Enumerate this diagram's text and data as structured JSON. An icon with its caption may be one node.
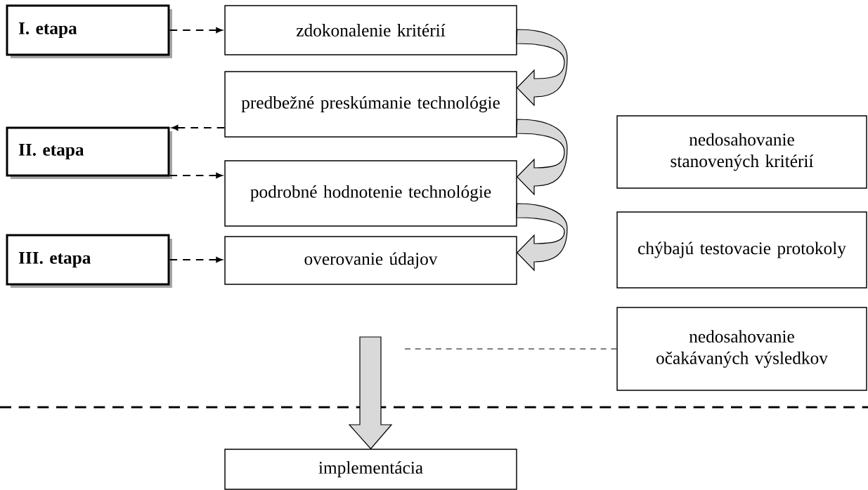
{
  "diagram": {
    "nodes": [
      {
        "text": [
          "**I. etapa**"
        ]
      },
      {
        "text": [
          "**II. etapa**"
        ]
      },
      {
        "text": [
          "**III. etapa**"
        ]
      },
      {
        "text": [
          "zdokonalenie kritérií"
        ]
      },
      {
        "text": [
          "predbežné preskúmanie technológie"
        ]
      },
      {
        "text": [
          "podrobné hodnotenie technológie"
        ]
      },
      {
        "text": [
          "overovanie údajov"
        ]
      },
      {
        "text": [
          "nedosahovanie stanovených kritérií"
        ]
      },
      {
        "text": [
          "chýbajú testovacie protokoly"
        ]
      },
      {
        "text": [
          "nedosahovanie očakávaných výsledkov"
        ]
      },
      {
        "text": [
          "implementácia"
        ]
      }
    ],
    "edges": [
      {
        "from": 0,
        "to": 3,
        "arrow": "to",
        "style": "dashed"
      },
      {
        "from": 4,
        "to": 1,
        "arrow": "to",
        "style": "dashed"
      },
      {
        "from": 1,
        "to": 5,
        "arrow": "to",
        "style": "dashed"
      },
      {
        "from": 2,
        "to": 6,
        "arrow": "to",
        "style": "dashed"
      },
      {
        "from": 3,
        "to": 4,
        "arrow": "to"
      },
      {
        "from": 4,
        "to": 5,
        "arrow": "to"
      },
      {
        "from": 5,
        "to": 6,
        "arrow": "to"
      },
      {
        "from": null,
        "to": 10,
        "arrow": "to"
      },
      {
        "from": 9,
        "to": null,
        "arrow": "none",
        "style": "dashed"
      }
    ]
  }
}
